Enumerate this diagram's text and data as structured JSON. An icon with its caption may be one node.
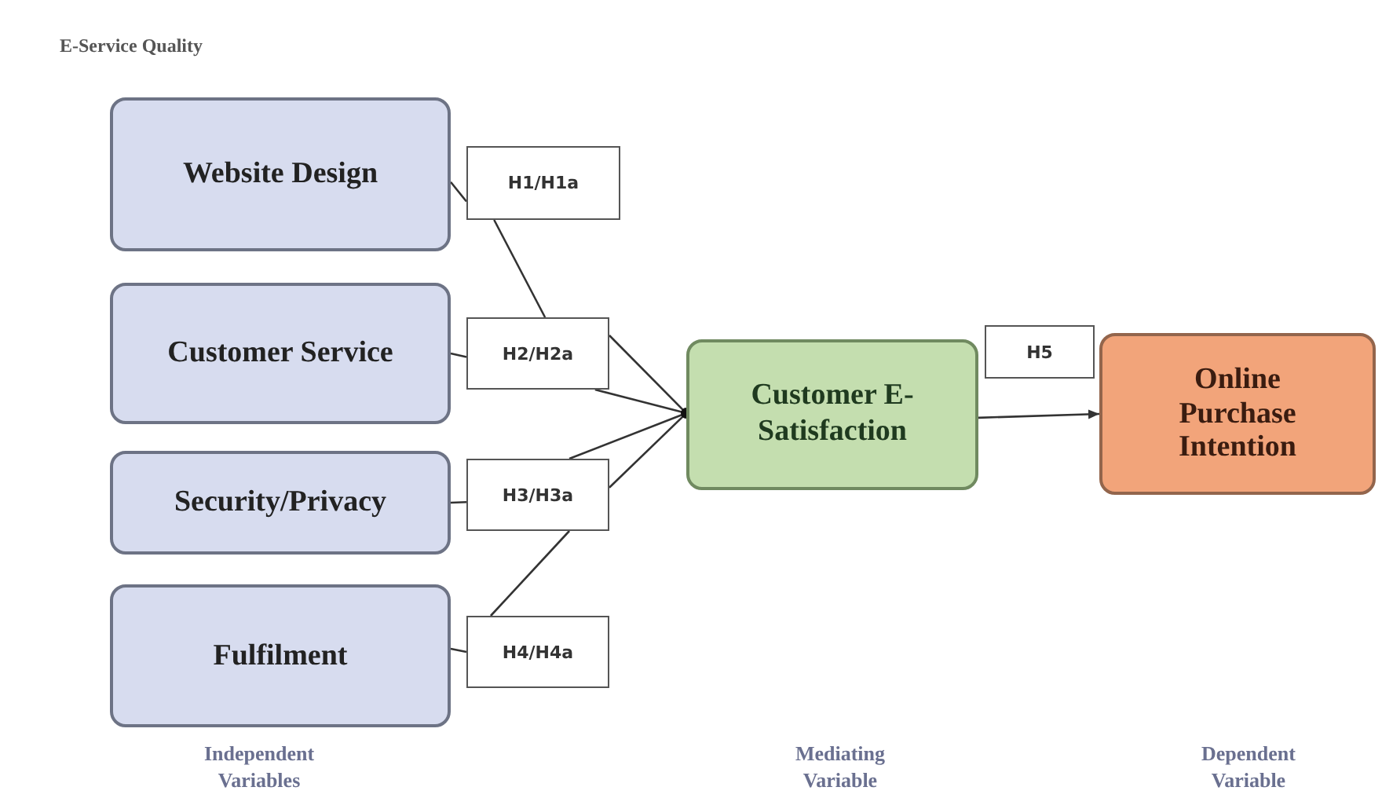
{
  "diagram": {
    "title": "E-Service Quality",
    "nodes": [
      {
        "text": [
          "Website Design"
        ]
      },
      {
        "text": [
          "Customer Service"
        ]
      },
      {
        "text": [
          "Security/Privacy"
        ]
      },
      {
        "text": [
          "Fulfilment"
        ]
      },
      {
        "text": [
          "H1/H1a"
        ]
      },
      {
        "text": [
          "H2/H2a"
        ]
      },
      {
        "text": [
          "H3/H3a"
        ]
      },
      {
        "text": [
          "H4/H4a"
        ]
      },
      {
        "text": [
          "Customer E-Satisfaction"
        ]
      },
      {
        "text": [
          "H5"
        ]
      },
      {
        "text": [
          "Online Purchase Intention"
        ]
      }
    ],
    "edges": [
      {
        "from": 0,
        "to": 4,
        "arrow": "none"
      },
      {
        "from": 1,
        "to": 5,
        "arrow": "none"
      },
      {
        "from": 2,
        "to": 6,
        "arrow": "none"
      },
      {
        "from": 3,
        "to": 7,
        "arrow": "none"
      },
      {
        "from": 4,
        "to": 5,
        "arrow": "none"
      },
      {
        "from": 5,
        "to": 8,
        "arrow": "none"
      },
      {
        "from": 5,
        "to": 8,
        "arrow": "none"
      },
      {
        "from": 6,
        "to": 8,
        "arrow": "none"
      },
      {
        "from": 6,
        "to": 8,
        "arrow": "none"
      },
      {
        "from": 7,
        "to": 6,
        "arrow": "none"
      },
      {
        "from": 8,
        "to": 10,
        "arrow": "to"
      }
    ],
    "labels": [
      "Independent Variables",
      "Mediating Variable",
      "Dependent Variable"
    ]
  }
}
